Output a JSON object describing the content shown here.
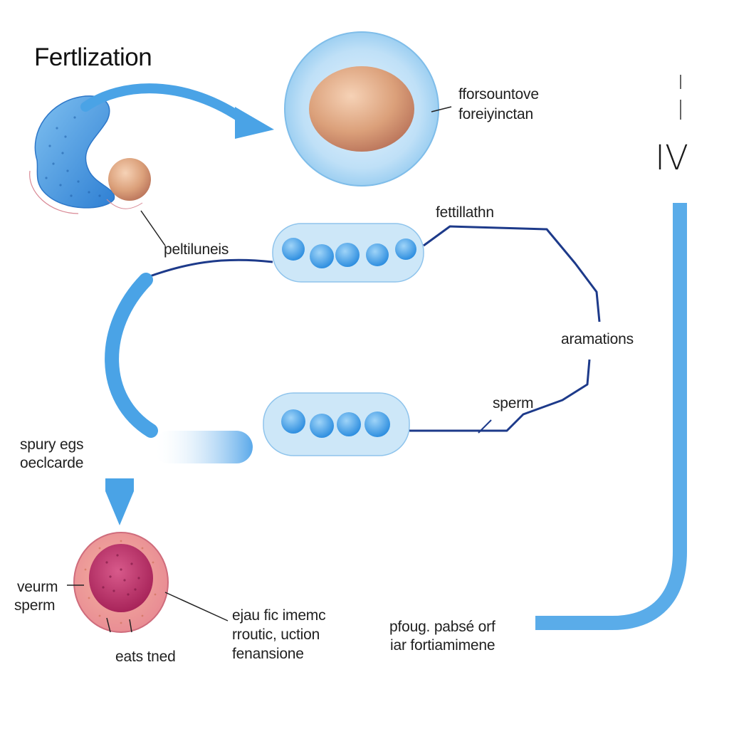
{
  "diagram": {
    "title": "Fertlization",
    "corner_mark": "IV",
    "labels": {
      "top_right_line1": "fforsountove",
      "top_right_line2": "foreiyinctan",
      "fettillathn": "fettillathn",
      "fertilunels": "peltiluneis",
      "aramations": "aramations",
      "sperm": "sperm",
      "spury_line1": "spury egs",
      "spury_line2": "oeclcarde",
      "veurm_line1": "veurm",
      "veurm_line2": "sperm",
      "eats_tned": "eats tned",
      "ejau_line1": "ejau fic imemc",
      "ejau_line2": "rroutic, uction",
      "ejau_line3": "fenansione",
      "pfoug_line1": "pfoug. pabsé orf",
      "pfoug_line2": "iar fortiamimene"
    },
    "colors": {
      "accent_blue": "#4aa3e6",
      "light_blue": "#bfe0f7",
      "navy_line": "#1d3a8a",
      "egg_tan": "#d9a07c",
      "cell_pink": "#e98aa0",
      "cell_magenta": "#c0306a"
    }
  }
}
